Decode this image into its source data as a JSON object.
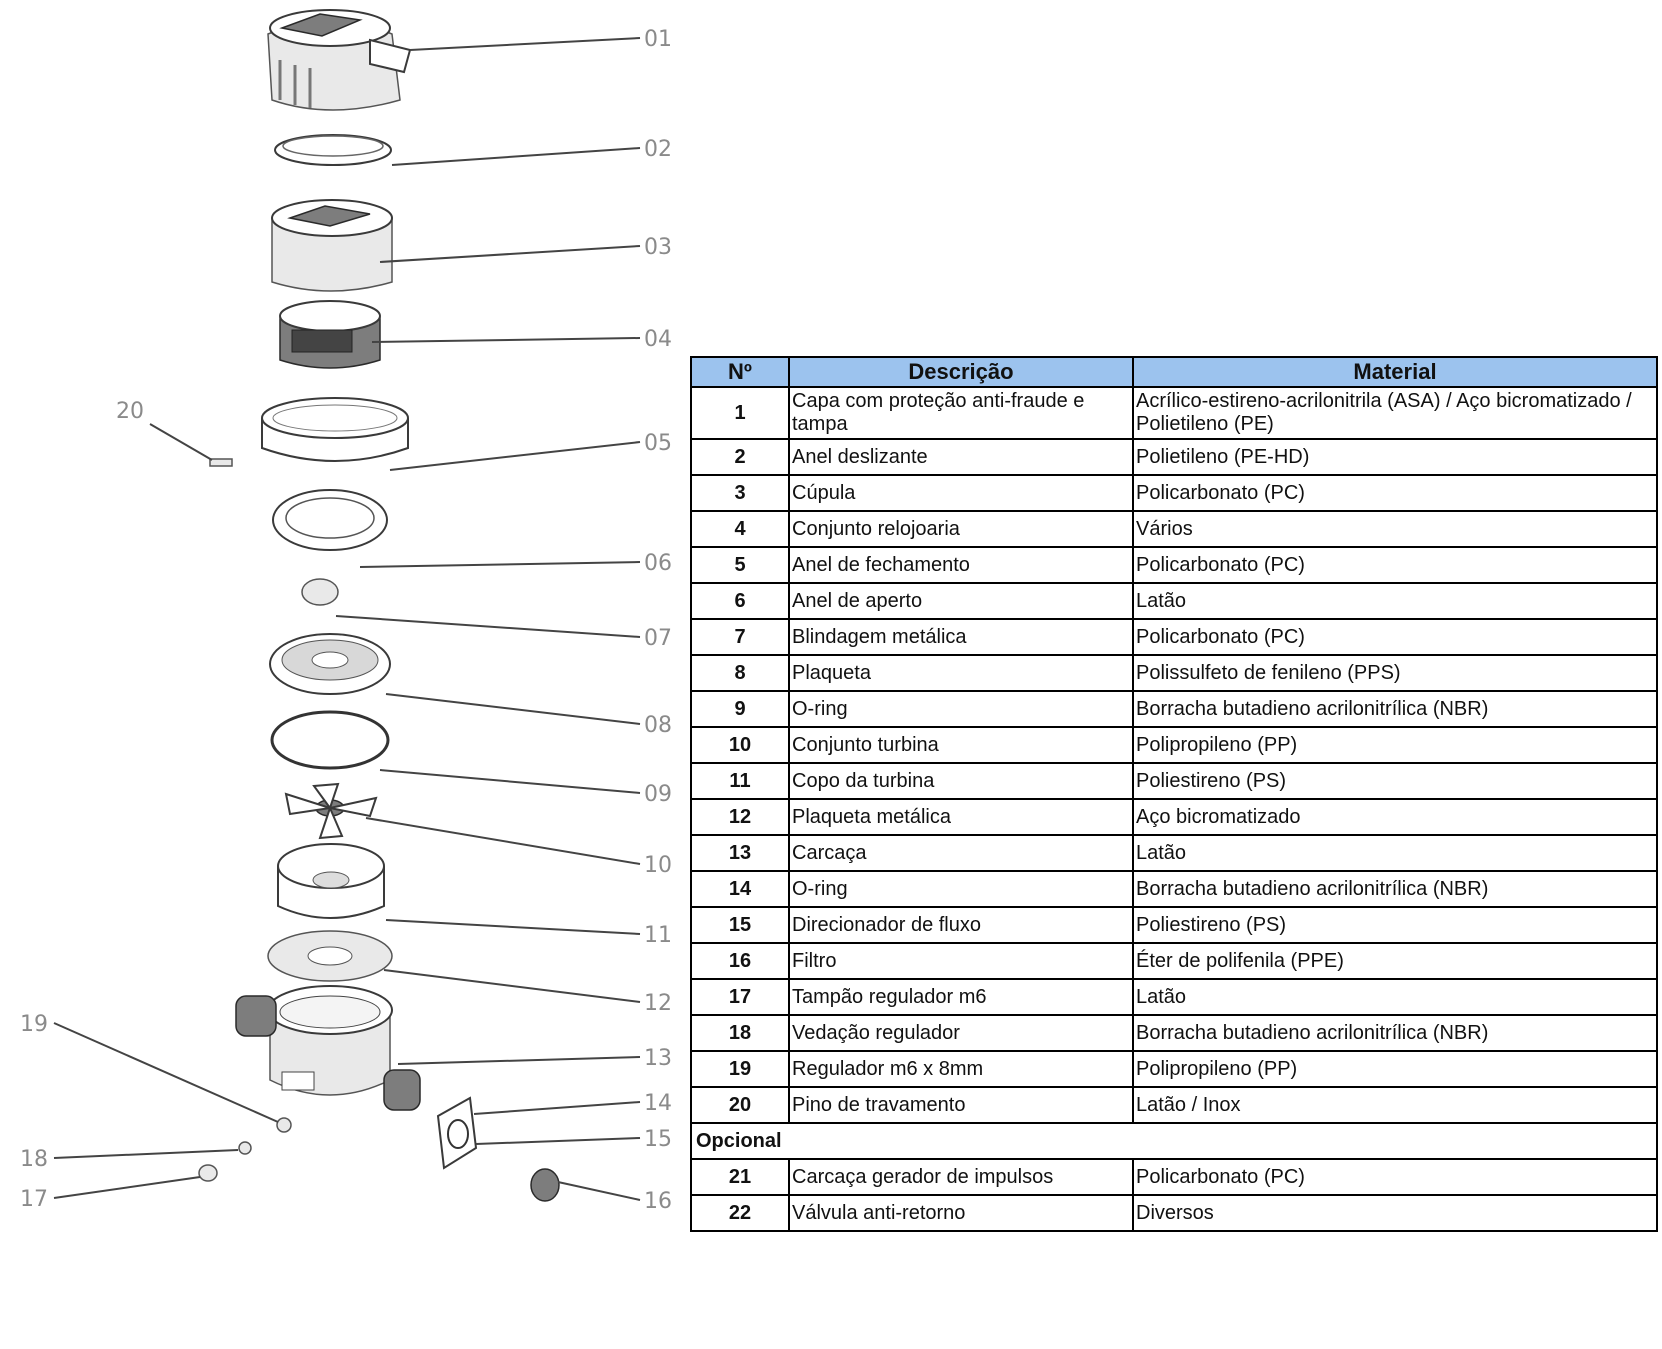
{
  "callouts": [
    "01",
    "02",
    "03",
    "04",
    "05",
    "06",
    "07",
    "08",
    "09",
    "10",
    "11",
    "12",
    "13",
    "14",
    "15",
    "16",
    "17",
    "18",
    "19",
    "20"
  ],
  "table": {
    "headers": [
      "Nº",
      "Descrição",
      "Material"
    ],
    "rows": [
      {
        "n": "1",
        "desc": "Capa com proteção anti-fraude e tampa",
        "mat": "Acrílico-estireno-acrilonitrila (ASA) / Aço bicromatizado / Polietileno (PE)"
      },
      {
        "n": "2",
        "desc": "Anel deslizante",
        "mat": "Polietileno (PE-HD)"
      },
      {
        "n": "3",
        "desc": "Cúpula",
        "mat": "Policarbonato (PC)"
      },
      {
        "n": "4",
        "desc": "Conjunto relojoaria",
        "mat": "Vários"
      },
      {
        "n": "5",
        "desc": "Anel de fechamento",
        "mat": "Policarbonato (PC)"
      },
      {
        "n": "6",
        "desc": "Anel de aperto",
        "mat": "Latão"
      },
      {
        "n": "7",
        "desc": "Blindagem metálica",
        "mat": "Policarbonato (PC)"
      },
      {
        "n": "8",
        "desc": "Plaqueta",
        "mat": "Polissulfeto de fenileno (PPS)"
      },
      {
        "n": "9",
        "desc": "O-ring",
        "mat": "Borracha butadieno acrilonitrílica (NBR)"
      },
      {
        "n": "10",
        "desc": "Conjunto turbina",
        "mat": "Polipropileno (PP)"
      },
      {
        "n": "11",
        "desc": "Copo da turbina",
        "mat": "Poliestireno (PS)"
      },
      {
        "n": "12",
        "desc": "Plaqueta metálica",
        "mat": "Aço bicromatizado"
      },
      {
        "n": "13",
        "desc": "Carcaça",
        "mat": "Latão"
      },
      {
        "n": "14",
        "desc": "O-ring",
        "mat": "Borracha butadieno acrilonitrílica (NBR)"
      },
      {
        "n": "15",
        "desc": "Direcionador de fluxo",
        "mat": "Poliestireno (PS)"
      },
      {
        "n": "16",
        "desc": "Filtro",
        "mat": "Éter de polifenila (PPE)"
      },
      {
        "n": "17",
        "desc": "Tampão regulador m6",
        "mat": "Latão"
      },
      {
        "n": "18",
        "desc": "Vedação regulador",
        "mat": "Borracha butadieno acrilonitrílica (NBR)"
      },
      {
        "n": "19",
        "desc": "Regulador m6 x 8mm",
        "mat": "Polipropileno (PP)"
      },
      {
        "n": "20",
        "desc": "Pino de travamento",
        "mat": "Latão / Inox"
      }
    ],
    "section_label": "Opcional",
    "optional_rows": [
      {
        "n": "21",
        "desc": "Carcaça gerador de impulsos",
        "mat": "Policarbonato (PC)"
      },
      {
        "n": "22",
        "desc": "Válvula anti-retorno",
        "mat": "Diversos"
      }
    ]
  }
}
